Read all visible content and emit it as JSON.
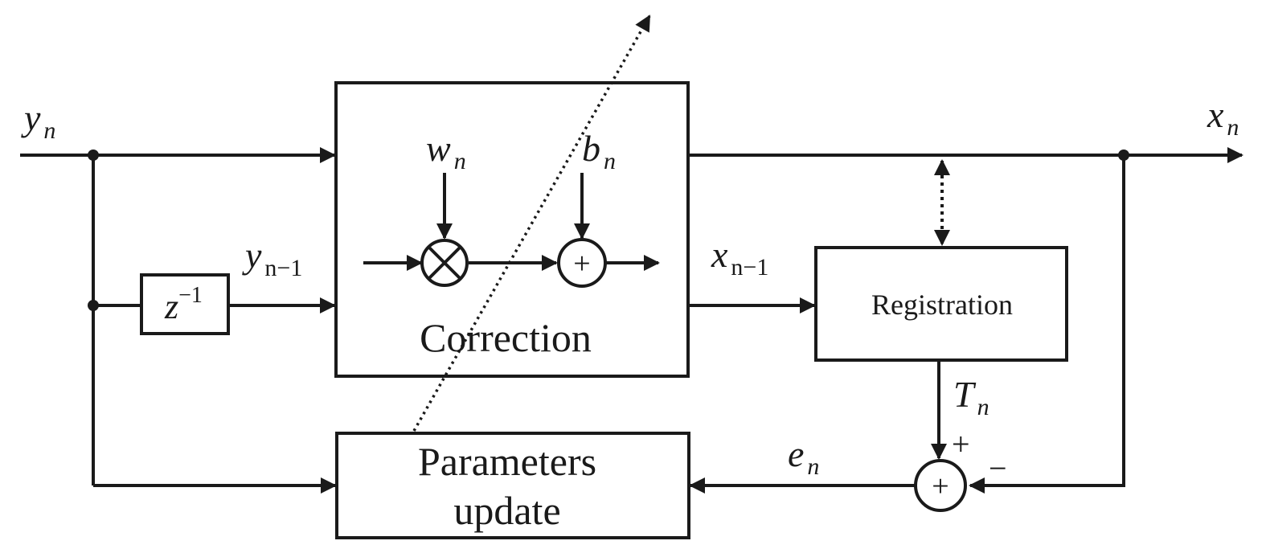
{
  "blocks": {
    "correction": "Correction",
    "registration": "Registration",
    "parameters_line1": "Parameters",
    "parameters_line2": "update",
    "delay": {
      "base": "z",
      "sup": "−1"
    }
  },
  "signals": {
    "y_n": {
      "base": "y",
      "sub": "n"
    },
    "y_n_minus_1": {
      "base": "y",
      "sub": "n−1"
    },
    "x_n": {
      "base": "x",
      "sub": "n"
    },
    "x_n_minus_1": {
      "base": "x",
      "sub": "n−1"
    },
    "w_n": {
      "base": "w",
      "sub": "n"
    },
    "b_n": {
      "base": "b",
      "sub": "n"
    },
    "T_n": {
      "base": "T",
      "sub": "n"
    },
    "e_n": {
      "base": "e",
      "sub": "n"
    }
  },
  "operators": {
    "multiply": "×",
    "sum": "+",
    "plus_sign": "+",
    "minus_sign": "−"
  },
  "colors": {
    "stroke": "#1a1a1a",
    "background": "#ffffff"
  }
}
